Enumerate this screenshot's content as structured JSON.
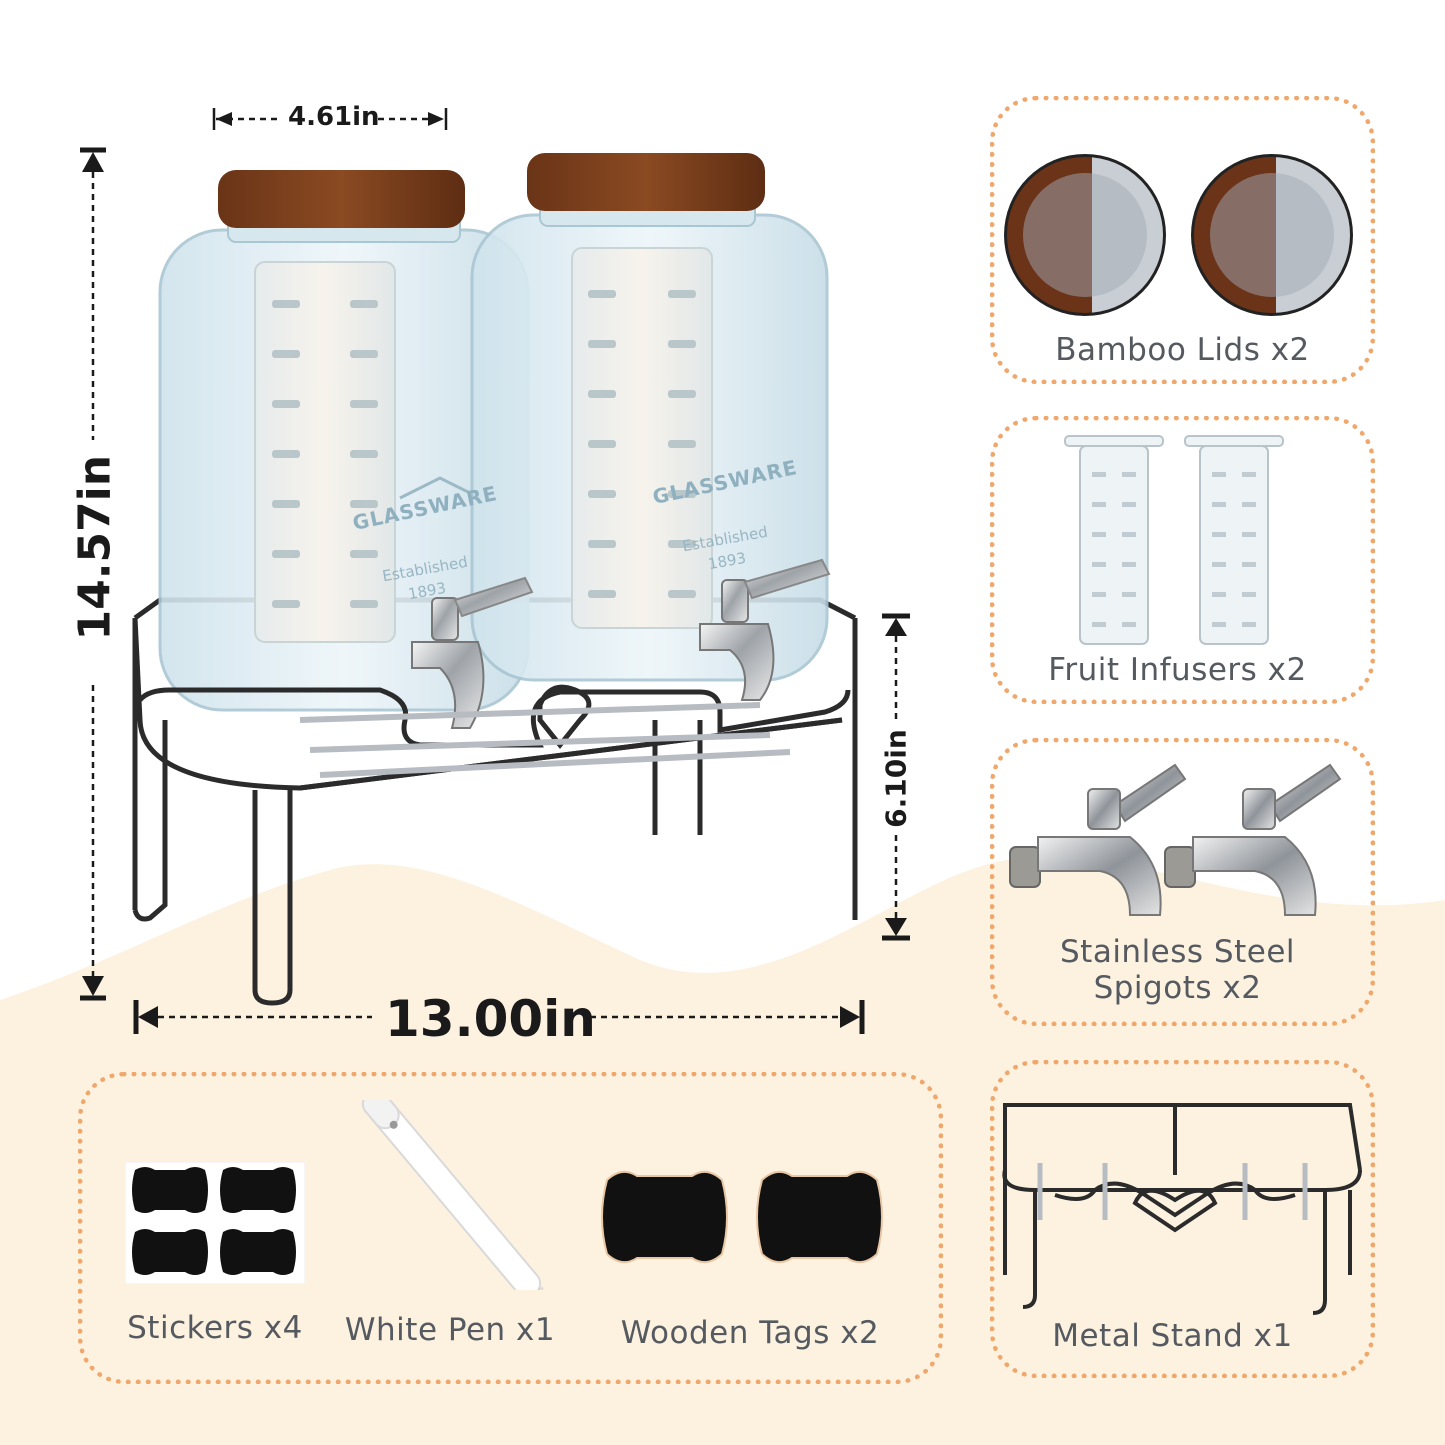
{
  "dimensions": {
    "width_top": "4.61in",
    "height_total": "14.57in",
    "height_stand": "6.10in",
    "width_bottom": "13.00in"
  },
  "jar_labels": {
    "brand": "GLASSWARE",
    "established": "Established",
    "year": "1893"
  },
  "components": {
    "lids": "Bamboo Lids x2",
    "infusers": "Fruit Infusers x2",
    "spigots_line1": "Stainless Steel",
    "spigots_line2": "Spigots x2",
    "stand": "Metal Stand x1"
  },
  "accessories": {
    "stickers": "Stickers x4",
    "pen": "White Pen x1",
    "tags": "Wooden Tags x2"
  },
  "colors": {
    "panel_border": "#f0a76c",
    "background_wave": "#fdf2e0",
    "wood": "#7a3f1c",
    "metal": "#2b2b2b"
  }
}
